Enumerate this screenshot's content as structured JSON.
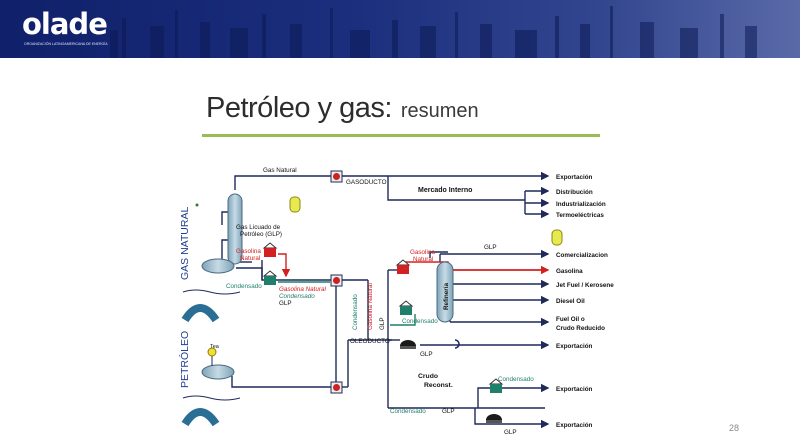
{
  "header": {
    "logo_text": "olade",
    "logo_tagline": "ORGANIZACIÓN LATINOAMERICANA DE ENERGÍA"
  },
  "title": {
    "main": "Petróleo y gas:",
    "sub": "resumen"
  },
  "diagram": {
    "side_labels": {
      "gas": "GAS NATURAL",
      "oil": "PETRÓLEO"
    },
    "labels": {
      "gas_natural": "Gas Natural",
      "gasoducto": "GASODUCTO",
      "mercado_interno": "Mercado Interno",
      "exportacion_1": "Exportación",
      "distribucion": "Distribución",
      "industrializacion": "Industrialización",
      "termoelectricas": "Termoeléctricas",
      "glp_tank_1": "Gas Licuado de",
      "glp_tank_2": "Petróleo (GLP)",
      "gasolina_natural_1": "Gasolina",
      "gasolina_natural_2": "Natural",
      "condensado_1": "Condensado",
      "combo_1": "Gasolina Natural",
      "combo_2": "Condensado",
      "combo_3": "GLP",
      "tea": "Tea",
      "vert_condensado": "Condensado",
      "vert_gasolina": "Gasolina Natural",
      "vert_glp": "GLP",
      "oleoducto": "OLEODUCTO",
      "refineria": "Refinería",
      "ref_gasolina_1": "Gasolina",
      "ref_gasolina_2": "Natural",
      "ref_condensado": "Condensado",
      "ref_glp": "GLP",
      "comercializacion": "Comercializacion",
      "gasolina": "Gasolina",
      "jet_fuel": "Jet Fuel / Kerosene",
      "diesel": "Diesel Oil",
      "fuel_oil_1": "Fuel Oil o",
      "fuel_oil_2": "Crudo Reducido",
      "exportacion_2": "Exportación",
      "glp_sphere_1": "GLP",
      "crudo_1": "Crudo",
      "crudo_2": "Reconst.",
      "condensado_exp": "Condensado",
      "exportacion_3": "Exportación",
      "condensado_bottom": "Condensado",
      "glp_bottom": "GLP",
      "exportacion_4": "Exportación",
      "glp_sphere_2": "GLP"
    }
  },
  "page_number": "28"
}
